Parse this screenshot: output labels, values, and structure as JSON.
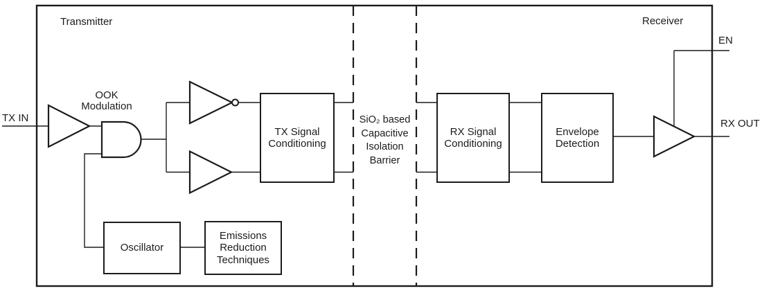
{
  "diagram": {
    "regions": {
      "transmitter": "Transmitter",
      "receiver": "Receiver"
    },
    "ports": {
      "tx_in": "TX IN",
      "en": "EN",
      "rx_out": "RX OUT"
    },
    "annotations": {
      "ook_modulation": {
        "lines": [
          "OOK",
          "Modulation"
        ]
      },
      "isolation_barrier": {
        "lines": [
          "SiO₂ based",
          "Capacitive",
          "Isolation",
          "Barrier"
        ]
      }
    },
    "blocks": {
      "tx_signal_conditioning": {
        "lines": [
          "TX Signal",
          "Conditioning"
        ]
      },
      "rx_signal_conditioning": {
        "lines": [
          "RX Signal",
          "Conditioning"
        ]
      },
      "envelope_detection": {
        "lines": [
          "Envelope",
          "Detection"
        ]
      },
      "oscillator": {
        "lines": [
          "Oscillator"
        ]
      },
      "emissions_reduction": {
        "lines": [
          "Emissions",
          "Reduction",
          "Techniques"
        ]
      }
    },
    "colors": {
      "line": "#1b1b1b",
      "background": "#ffffff"
    }
  }
}
